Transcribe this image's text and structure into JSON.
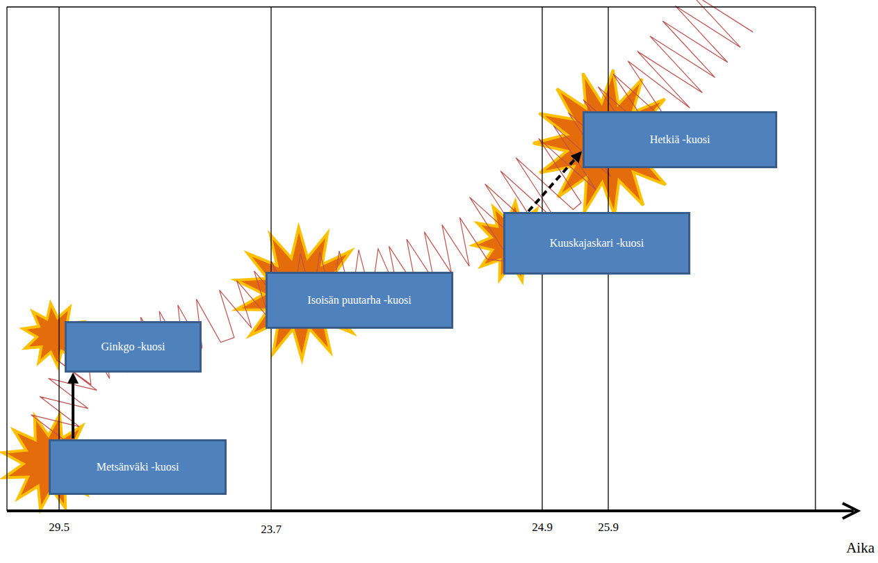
{
  "diagram": {
    "nodes": [
      {
        "text": [
          "Metsänväki -kuosi"
        ]
      },
      {
        "text": [
          "Ginkgo -kuosi"
        ]
      },
      {
        "text": [
          "Isoisän puutarha -kuosi"
        ]
      },
      {
        "text": [
          "Kuuskajaskari -kuosi"
        ]
      },
      {
        "text": [
          "Hetkiä -kuosi"
        ]
      }
    ],
    "edges": [
      {
        "from": 0,
        "to": 1,
        "arrow": "to"
      },
      {
        "from": 3,
        "to": 4,
        "arrow": "to"
      }
    ],
    "labels": [
      "29.5",
      "23.7",
      "24.9",
      "25.9",
      "Aika"
    ]
  }
}
